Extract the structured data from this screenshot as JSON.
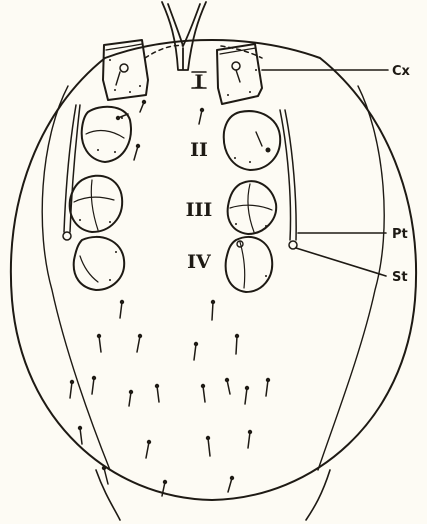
{
  "labels": {
    "cx": "Cx",
    "pt": "Pt",
    "st": "St"
  },
  "coxa_numerals": [
    "I",
    "II",
    "III",
    "IV"
  ],
  "colors": {
    "ink": "#1e1a14",
    "paper": "#fdfbf4"
  }
}
